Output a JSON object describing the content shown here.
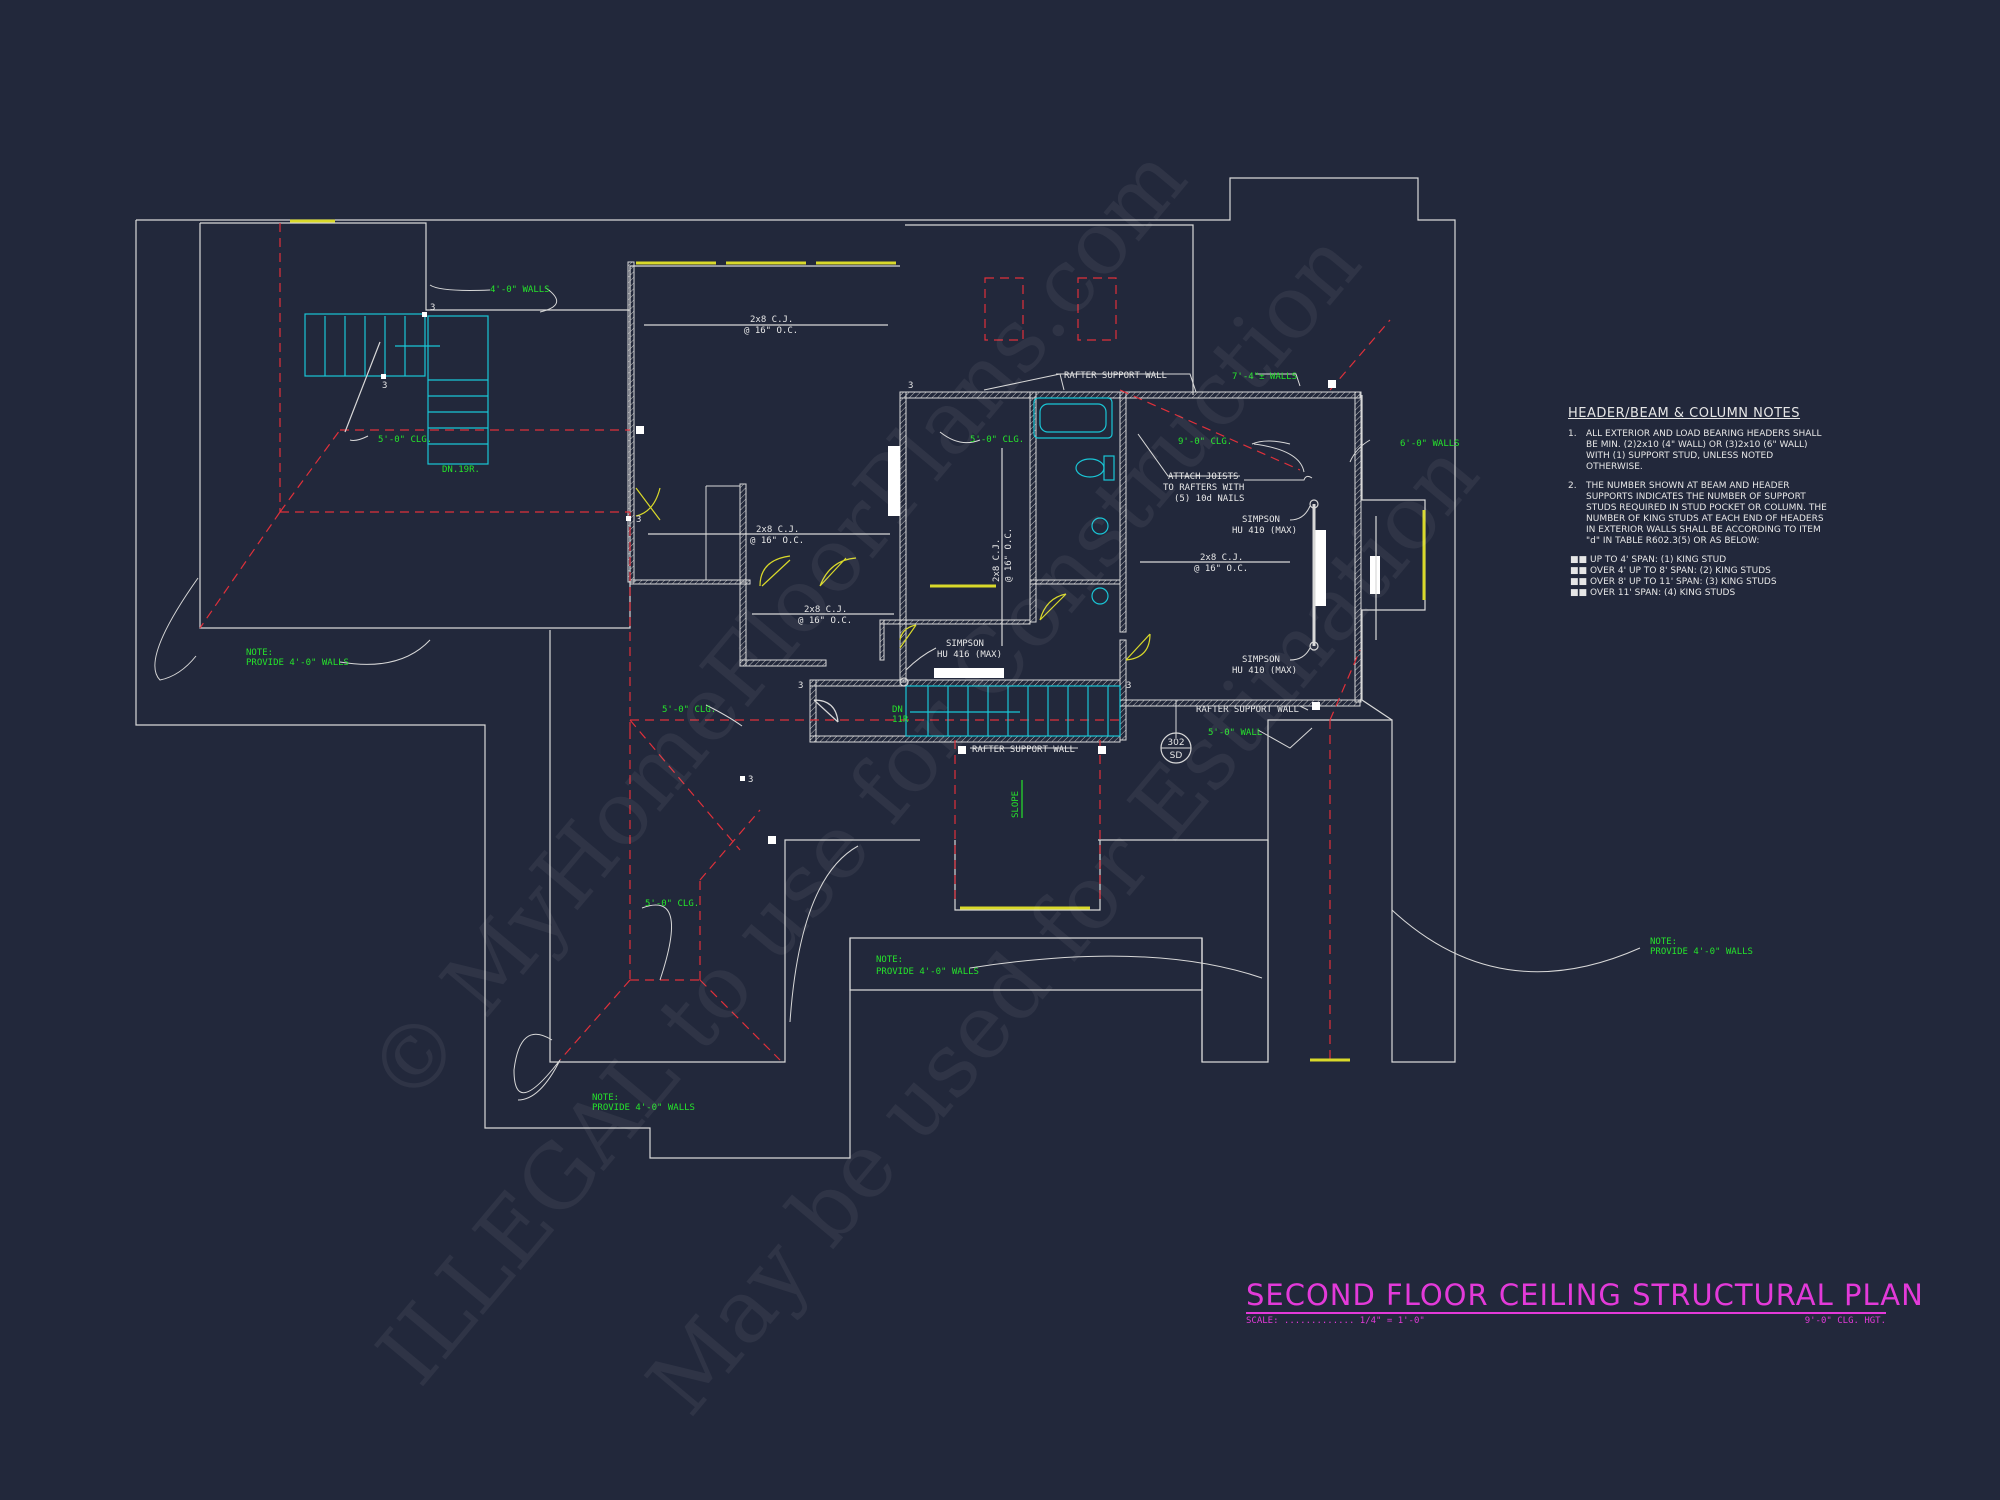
{
  "colors": {
    "background": "#22283b",
    "wall": "#d8d8d8",
    "hidden_line": "#e0303a",
    "note_green": "#25e32b",
    "stair_cyan": "#19c6d6",
    "window_yellow": "#d9d92a",
    "title_magenta": "#e33ad9"
  },
  "labels": {
    "walls_4_0": "4'-0\" WALLS",
    "clg_5_0": "5'-0\" CLG.",
    "dn_19r": "DN.19R.",
    "note": "NOTE:",
    "provide_4_0": "PROVIDE 4'-0\" WALLS",
    "cj1": "2x8 C.J.",
    "cj1b": "@ 16\" O.C.",
    "cj2": "2x8 C.J.",
    "cj2b": "@ 16\" O.C.",
    "cj3": "2x8 C.J.",
    "cj3b": "@ 16\" O.C.",
    "cj4": "2x8 C.J.",
    "cj4b": "@ 16\" O.C.",
    "cj5": "2x8 C.J.",
    "cj5b": "@ 16\" O.C.",
    "rafter_support_top": "RAFTER SUPPORT WALL",
    "rafter_support_mid": "RAFTER SUPPORT WALL",
    "rafter_support_bot": "RAFTER SUPPORT WALL",
    "walls_7_4": "7'-4\"± WALLS",
    "walls_6_0": "6'-0\" WALLS",
    "clg_9_0": "9'-0\" CLG.",
    "clg_5_0b": "5'-0\" CLG.",
    "clg_5_0c": "5'-0\" CLG.",
    "clg_5_0d": "5'-0\" CLG.",
    "attach1": "ATTACH JOISTS",
    "attach2": "TO RAFTERS WITH",
    "attach3": "(5) 10d NAILS",
    "simpson": "SIMPSON",
    "hu410": "HU 410 (MAX)",
    "hu416": "HU 416 (MAX)",
    "dn": "DN",
    "r": "11R",
    "wall_5_0": "5'-0\" WALL",
    "slope": "SLOPE",
    "tag_top": "302",
    "tag_bot": "SD",
    "three": "3"
  },
  "notes": {
    "heading": "HEADER/BEAM & COLUMN NOTES",
    "item1_num": "1.",
    "item1": "ALL EXTERIOR AND LOAD BEARING HEADERS SHALL BE MIN. (2)2x10 (4\" WALL) OR (3)2x10 (6\" WALL) WITH (1) SUPPORT STUD, UNLESS NOTED OTHERWISE.",
    "item2_num": "2.",
    "item2": "THE NUMBER SHOWN AT BEAM AND HEADER SUPPORTS INDICATES THE NUMBER OF SUPPORT STUDS REQUIRED IN STUD POCKET OR COLUMN. THE NUMBER OF KING STUDS AT EACH END OF HEADERS IN EXTERIOR WALLS SHALL BE ACCORDING TO ITEM \"d\" IN TABLE R602.3(5) OR AS BELOW:",
    "bullet": "■■",
    "b1": "UP TO 4' SPAN: (1) KING STUD",
    "b2": "OVER 4' UP TO 8' SPAN: (2) KING STUDS",
    "b3": "OVER 8' UP TO 11' SPAN: (3) KING STUDS",
    "b4": "OVER 11' SPAN: (4) KING STUDS"
  },
  "title": {
    "main": "SECOND FLOOR CEILING STRUCTURAL PLAN",
    "scale": "SCALE: ............. 1/4\" = 1'-0\"",
    "clg": "9'-0\" CLG. HGT."
  },
  "watermark": {
    "line1": "© MyHomeFloorPlans.com",
    "line2": "ILLEGAL to use for Construction",
    "line3": "May be used for Estimation"
  }
}
